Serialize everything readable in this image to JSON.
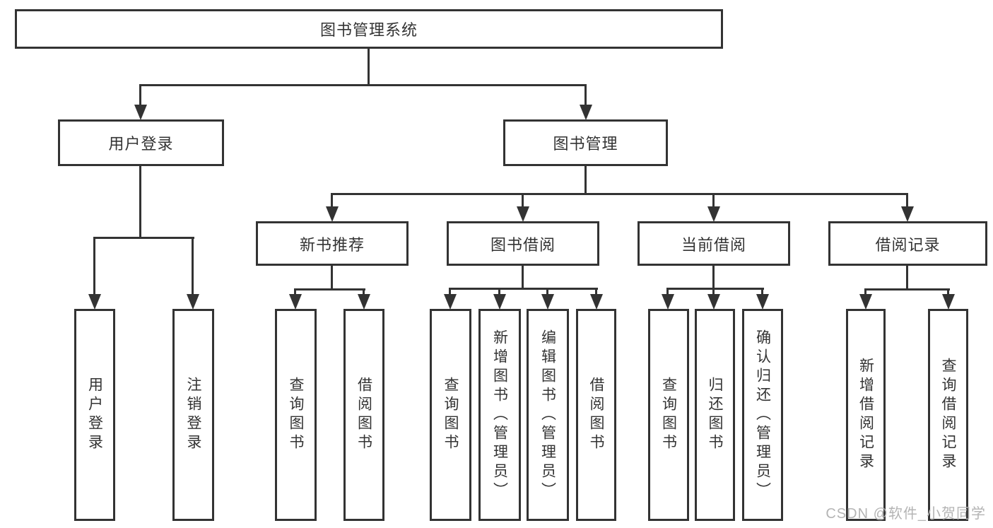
{
  "tree": {
    "root": "图书管理系统",
    "level2": [
      "用户登录",
      "图书管理"
    ],
    "level3": [
      "新书推荐",
      "图书借阅",
      "当前借阅",
      "借阅记录"
    ],
    "leaves": {
      "user_login": [
        "用户登录",
        "注销登录"
      ],
      "new_book": [
        "查询图书",
        "借阅图书"
      ],
      "book_borrow": [
        "查询图书",
        "新增图书（管理员）",
        "编辑图书（管理员）",
        "借阅图书"
      ],
      "current_borrow": [
        "查询图书",
        "归还图书",
        "确认归还（管理员）"
      ],
      "borrow_record": [
        "新增借阅记录",
        "查询借阅记录"
      ]
    }
  },
  "colors": {
    "line": "#333333",
    "text": "#333333",
    "watermark": "#b4b4b4",
    "background": "#ffffff"
  },
  "watermark": {
    "text": "CSDN @软件_小贺同学"
  }
}
